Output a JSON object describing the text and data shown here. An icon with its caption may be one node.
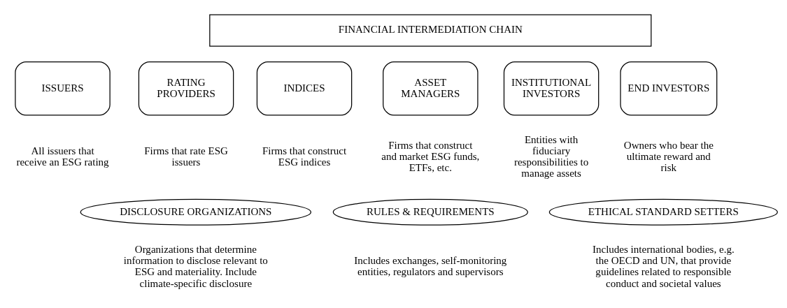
{
  "diagram": {
    "nodes": [
      {
        "text": [
          "FINANCIAL INTERMEDIATION CHAIN"
        ]
      },
      {
        "text": [
          "ISSUERS"
        ],
        "beside": [
          "All issuers that receive an ESG rating"
        ]
      },
      {
        "text": [
          "RATING PROVIDERS"
        ],
        "beside": [
          "Firms that rate ESG issuers"
        ]
      },
      {
        "text": [
          "INDICES"
        ],
        "beside": [
          "Firms that construct ESG indices"
        ]
      },
      {
        "text": [
          "ASSET MANAGERS"
        ],
        "beside": [
          "Firms that construct and market ESG funds, ETFs, etc."
        ]
      },
      {
        "text": [
          "INSTITUTIONAL INVESTORS"
        ],
        "beside": [
          "Entities with fiduciary responsibilities to manage assets"
        ]
      },
      {
        "text": [
          "END INVESTORS"
        ],
        "beside": [
          "Owners who bear the ultimate reward and risk"
        ]
      },
      {
        "text": [
          "DISCLOSURE ORGANIZATIONS"
        ],
        "beside": [
          "Organizations that determine information to disclose relevant to ESG and materiality. Include climate-specific disclosure"
        ]
      },
      {
        "text": [
          "RULES & REQUIREMENTS"
        ],
        "beside": [
          "Includes exchanges, self-monitoring entities, regulators and supervisors"
        ]
      },
      {
        "text": [
          "ETHICAL STANDARD SETTERS"
        ],
        "beside": [
          "Includes international bodies, e.g. the OECD and UN, that provide guidelines related to responsible conduct and societal values"
        ]
      }
    ]
  }
}
